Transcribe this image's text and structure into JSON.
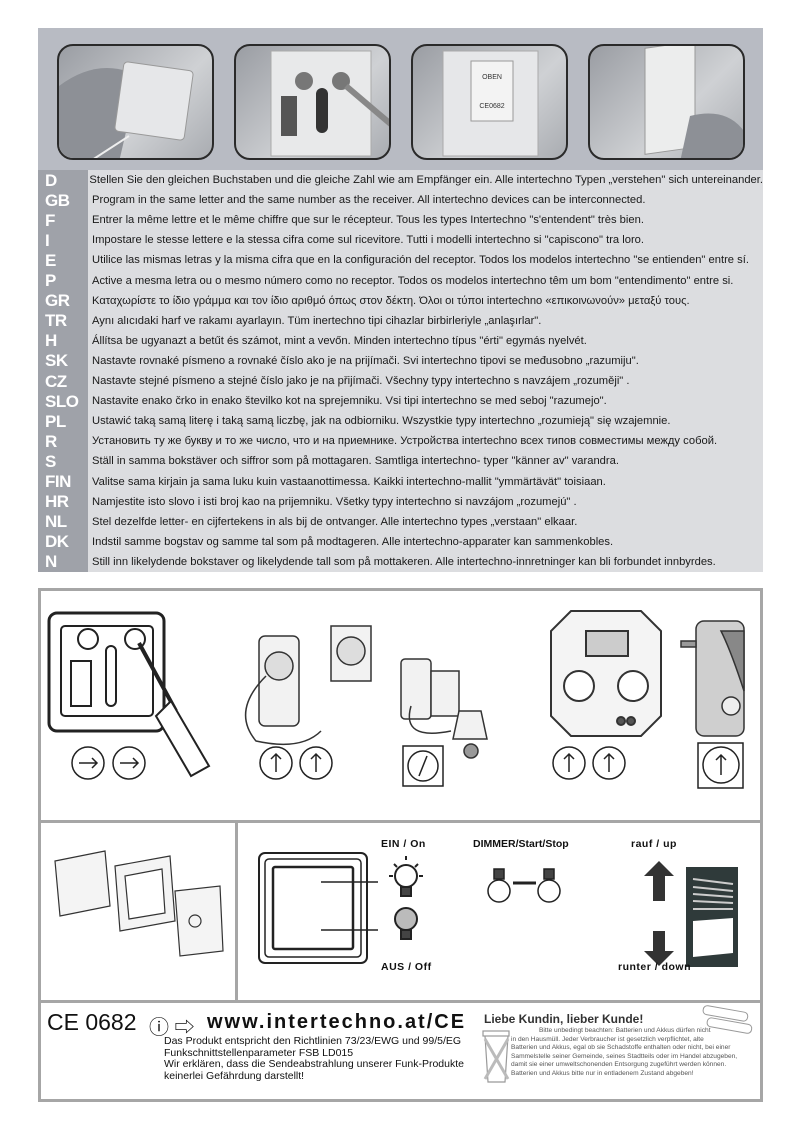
{
  "photos": [
    {
      "name": "switch-in-hand-photo"
    },
    {
      "name": "open-switch-with-screwdriver-photo"
    },
    {
      "name": "switch-back-label-photo",
      "label_text": "OBEN",
      "mark_text": "CE0682"
    },
    {
      "name": "mounting-switch-photo"
    }
  ],
  "languages": [
    {
      "code": "D",
      "text": "Stellen Sie den gleichen Buchstaben und die gleiche Zahl wie am Empfänger ein. Alle intertechno Typen „verstehen\" sich untereinander."
    },
    {
      "code": "GB",
      "text": "Program in the same letter and the same number as the receiver.  All intertechno devices can be interconnected."
    },
    {
      "code": "F",
      "text": "Entrer la même lettre et le même chiffre que sur le récepteur. Tous les types Intertechno \"s'entendent\" très bien."
    },
    {
      "code": "I",
      "text": "Impostare le stesse lettere e la stessa cifra come sul ricevitore.  Tutti i modelli intertechno si \"capiscono\" tra loro."
    },
    {
      "code": "E",
      "text": "Utilice las mismas letras y la misma cifra que en la configuración del receptor.  Todos los modelos intertechno \"se entienden\" entre sí."
    },
    {
      "code": "P",
      "text": "Active a mesma letra ou o mesmo número como no receptor.  Todos os modelos intertechno têm um bom \"entendimento\" entre si."
    },
    {
      "code": "GR",
      "text": "Καταχωρίστε το ίδιο γράμμα και τον ίδιο αριθμό όπως στον δέκτη.  Όλοι οι τύποι intertechno «επικοινωνούν» μεταξύ τους."
    },
    {
      "code": "TR",
      "text": "Aynı alıcıdaki harf ve rakamı ayarlayın.  Tüm inertechno tipi cihazlar birbirleriyle „anlaşırlar\"."
    },
    {
      "code": "H",
      "text": "Állítsa be ugyanazt a betűt és számot, mint a vevőn.  Minden intertechno típus \"érti\" egymás nyelvét."
    },
    {
      "code": "SK",
      "text": "Nastavte rovnaké písmeno a rovnaké číslo ako je na prijímači.  Svi intertechno tipovi se međusobno „razumiju\"."
    },
    {
      "code": "CZ",
      "text": "Nastavte stejné písmeno a stejné číslo jako je na přijímači.  Všechny typy intertechno s navzájem „rozuměji\" ."
    },
    {
      "code": "SLO",
      "text": "Nastavite enako črko in enako številko kot na sprejemniku.  Vsi tipi intertechno se med seboj \"razumejo\"."
    },
    {
      "code": "PL",
      "text": "Ustawić taką samą literę i taką samą liczbę, jak na odbiorniku. Wszystkie typy intertechno „rozumieją\" się wzajemnie."
    },
    {
      "code": "R",
      "text": "Установить ту же букву и то же число, что и на приемнике.  Устройства intertechno всех типов совместимы между собой."
    },
    {
      "code": "S",
      "text": "Ställ in samma bokstäver och siffror som på mottagaren. Samtliga intertechno- typer \"känner av\" varandra."
    },
    {
      "code": "FIN",
      "text": "Valitse sama kirjain ja sama luku kuin vastaanottimessa. Kaikki intertechno-mallit \"ymmärtävät\" toisiaan."
    },
    {
      "code": "HR",
      "text": "Namjestite isto slovo i isti broj kao na prijemniku.   Všetky typy intertechno si navzájom „rozumejú\" ."
    },
    {
      "code": "NL",
      "text": "Stel dezelfde letter- en cijfertekens in als bij de ontvanger. Alle intertechno types „verstaan\" elkaar."
    },
    {
      "code": "DK",
      "text": "Indstil samme bogstav og samme tal som på modtageren.  Alle intertechno-apparater kan sammenkobles."
    },
    {
      "code": "N",
      "text": "Still inn likelydende bokstaver og likelydende tall som på mottakeren.  Alle intertechno-innretninger kan bli forbundet innbyrdes."
    }
  ],
  "functions": {
    "on": "EIN / On",
    "off": "AUS / Off",
    "dimmer": "DIMMER/Start/Stop",
    "up": "rauf / up",
    "down": "runter / down"
  },
  "footer": {
    "ce_mark": "CE 0682",
    "url": "www.intertechno.at/CE",
    "declaration": [
      "Das Produkt entspricht den Richtlinien 73/23/EWG und 99/5/EG",
      "Funkschnittstellenparameter FSB LD015",
      "Wir erklären, dass die Sendeabstrahlung unserer Funk-Produkte",
      "keinerlei Gefährdung darstellt!"
    ],
    "battery_title": "Liebe Kundin, lieber Kunde!",
    "battery_text": [
      "Bitte unbedingt beachten: Batterien und Akkus dürfen nicht",
      "in den Hausmüll. Jeder Verbraucher ist gesetzlich verpflichtet, alte",
      "Batterien und Akkus, egal ob sie Schadstoffe enthalten oder nicht, bei einer",
      "Sammelstelle seiner Gemeinde, seines Stadtteils oder im Handel abzugeben,",
      "damit sie einer umweltschonenden Entsorgung zugeführt werden können.",
      "Batterien und Akkus bitte nur in entladenem Zustand abgeben!"
    ]
  },
  "colors": {
    "panel": "#b8bbc3",
    "code_column": "#9fa2a9",
    "rows_bg": "#dcdde0",
    "frame": "#a6a6a6"
  }
}
